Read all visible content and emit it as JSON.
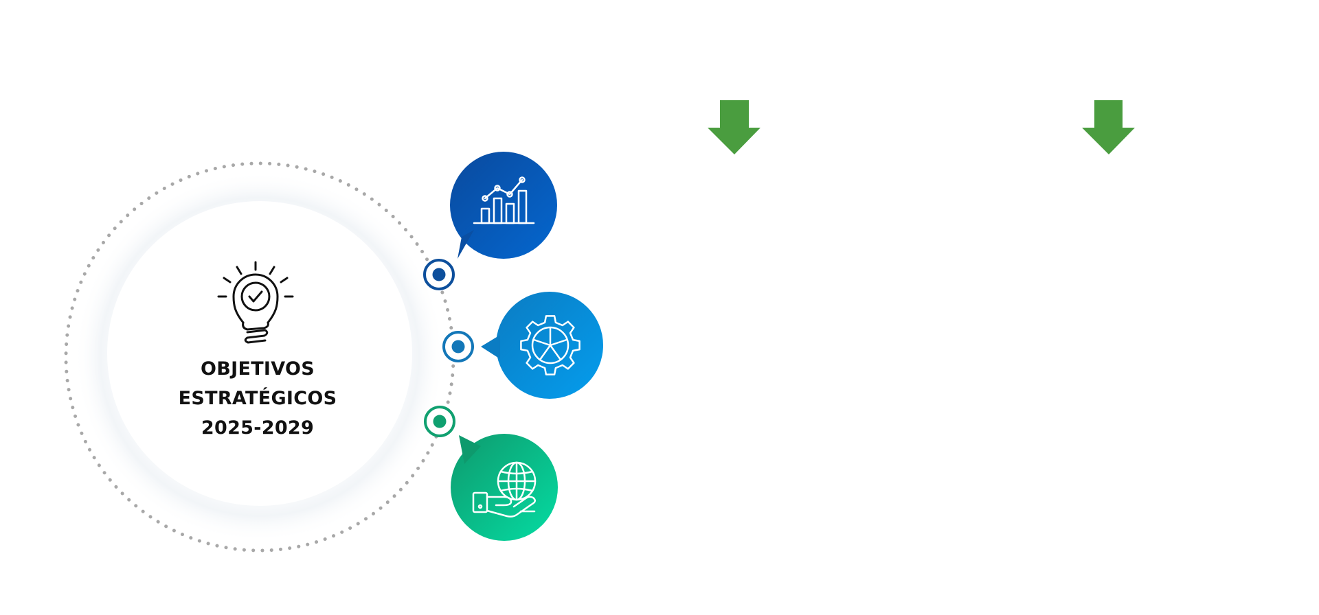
{
  "central_objective": {
    "title_lines": [
      "OBJETIVOS",
      "ESTRATÉGICOS",
      "2025-2029"
    ],
    "icon": "lightbulb-check-icon"
  },
  "nodes": [
    {
      "icon": "growth-chart-icon",
      "gradient": [
        "#0a4a9e",
        "#0467cf"
      ],
      "connector_color": "#0d4f9c"
    },
    {
      "icon": "gear-pie-icon",
      "gradient": [
        "#0b7cc3",
        "#049ded"
      ],
      "connector_color": "#1377b8"
    },
    {
      "icon": "globe-hand-icon",
      "gradient": [
        "#0e9a6d",
        "#05dca3"
      ],
      "connector_color": "#10a070"
    }
  ],
  "arrows": [
    {
      "icon": "down-arrow-icon",
      "color": "#4a9d3f"
    },
    {
      "icon": "down-arrow-icon",
      "color": "#4a9d3f"
    }
  ]
}
